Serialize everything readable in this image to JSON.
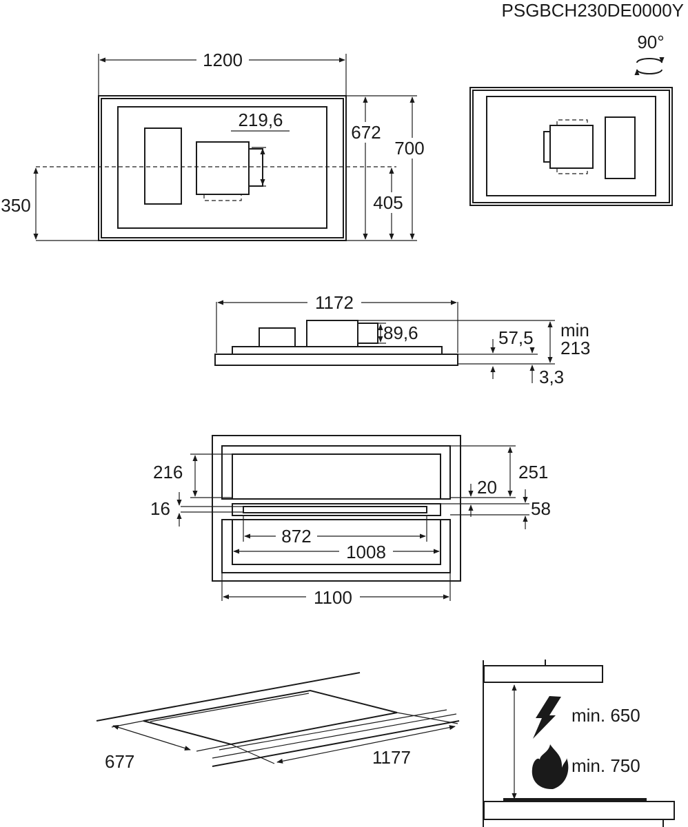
{
  "model": "PSGBCH230DE0000Y",
  "rotation_label": "90°",
  "colors": {
    "line": "#1a1a1a",
    "background": "#ffffff"
  },
  "top_view": {
    "width": "1200",
    "depth_outer": "700",
    "depth_inner": "672",
    "offset_left": "350",
    "offset_right": "405",
    "outlet_width": "219,6"
  },
  "side_view": {
    "width": "1172",
    "outlet_height": "89,6",
    "height_body": "57,5",
    "height_min_line1": "min",
    "height_min_line2": "213",
    "glass_thickness": "3,3"
  },
  "cutout_view": {
    "depth_216": "216",
    "depth_251": "251",
    "gap_20": "20",
    "gap_16": "16",
    "gap_58": "58",
    "width_872": "872",
    "width_1008": "1008",
    "width_1100": "1100"
  },
  "perspective_view": {
    "depth": "677",
    "width": "1177"
  },
  "clearances": {
    "electric": "min. 650",
    "gas": "min. 750"
  },
  "icons": [
    "rotate-icon",
    "lightning-icon",
    "flame-icon"
  ]
}
